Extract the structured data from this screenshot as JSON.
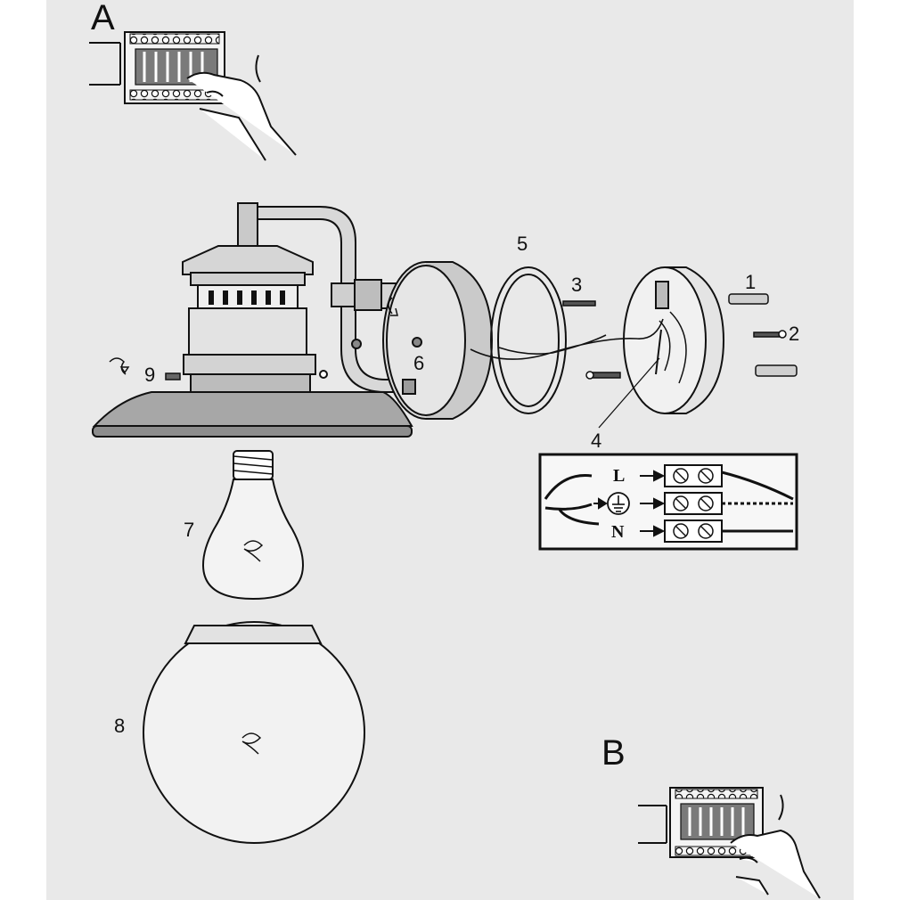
{
  "panel_a": {
    "letter": "A"
  },
  "panel_b": {
    "letter": "B"
  },
  "parts": {
    "p1": "1",
    "p2": "2",
    "p3": "3",
    "p4": "4",
    "p5": "5",
    "p6": "6",
    "p7": "7",
    "p8": "8",
    "p9": "9"
  },
  "wiring": {
    "live": "L",
    "neutral": "N",
    "earth_symbol": "earth-ground-icon"
  },
  "colors": {
    "paper": "#e9e9e9",
    "ink": "#111111",
    "metal": "#9a9a9a"
  }
}
